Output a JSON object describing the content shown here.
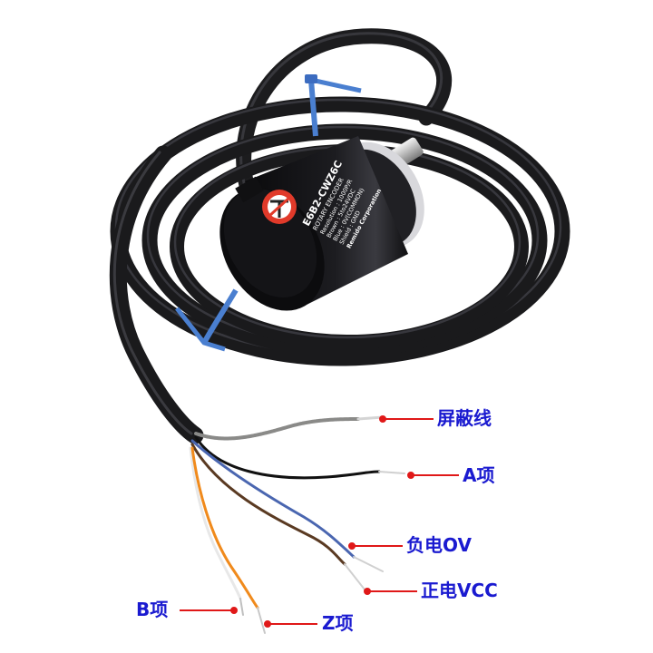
{
  "product": {
    "model": "E6B2-CWZ6C",
    "type_line": "ROTARY ENCODER",
    "resolution_line": "Resolution : 1000P/R",
    "brown_line": "Brown : 5to24VDC",
    "blue_line": "Blue : 0V(COMMON)",
    "shield_line": "Shield : GND",
    "brand_line": "Remido Corporation",
    "sticker": "DO NOT DISASSEMBLE"
  },
  "annotations": [
    {
      "id": "shield",
      "text": "屏蔽线",
      "wire_color": "#8a8a88"
    },
    {
      "id": "phase-a",
      "text": "A项",
      "wire_color": "#111111"
    },
    {
      "id": "negative",
      "text": "负电OV",
      "wire_color": "#4a66b0"
    },
    {
      "id": "positive",
      "text": "正电VCC",
      "wire_color": "#5a3a22"
    },
    {
      "id": "phase-b",
      "text": "B项",
      "wire_color": "#e8e8e8"
    },
    {
      "id": "phase-z",
      "text": "Z项",
      "wire_color": "#f08a1c"
    }
  ],
  "colors": {
    "label_text": "#1a1ad0",
    "pointer_line": "#e01818",
    "cable": "#1c1c1e",
    "cable_tie": "#4a7fd0",
    "background": "#ffffff"
  }
}
